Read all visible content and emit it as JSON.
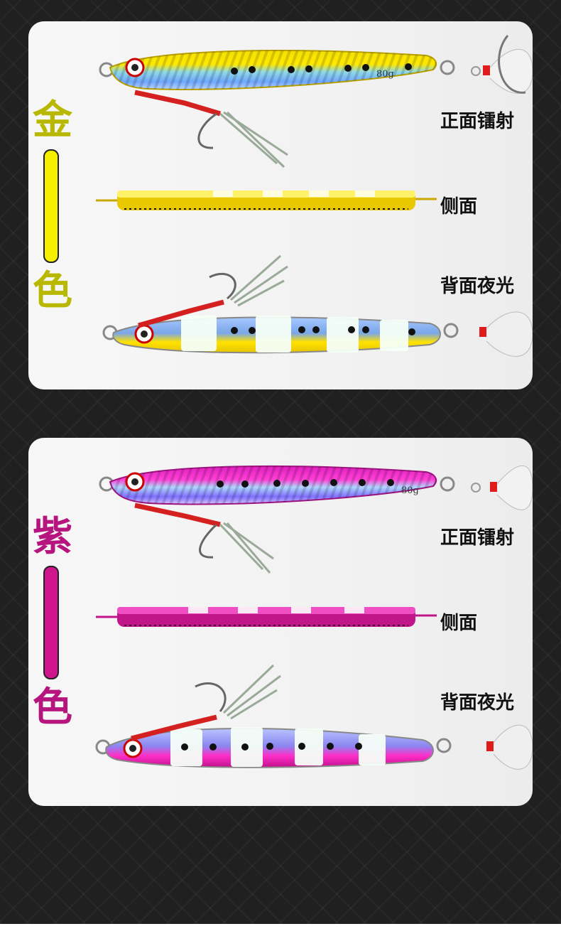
{
  "sections": [
    {
      "color_name_top": "金",
      "color_name_bottom": "色",
      "accent": "#f5f000",
      "text_color": "#b8b800",
      "labels": {
        "front": "正面镭射",
        "side": "侧面",
        "back": "背面夜光"
      },
      "weight_mark": "80g"
    },
    {
      "color_name_top": "紫",
      "color_name_bottom": "色",
      "accent": "#d0158f",
      "text_color": "#b5157c",
      "labels": {
        "front": "正面镭射",
        "side": "侧面",
        "back": "背面夜光"
      },
      "weight_mark": "80g"
    }
  ]
}
